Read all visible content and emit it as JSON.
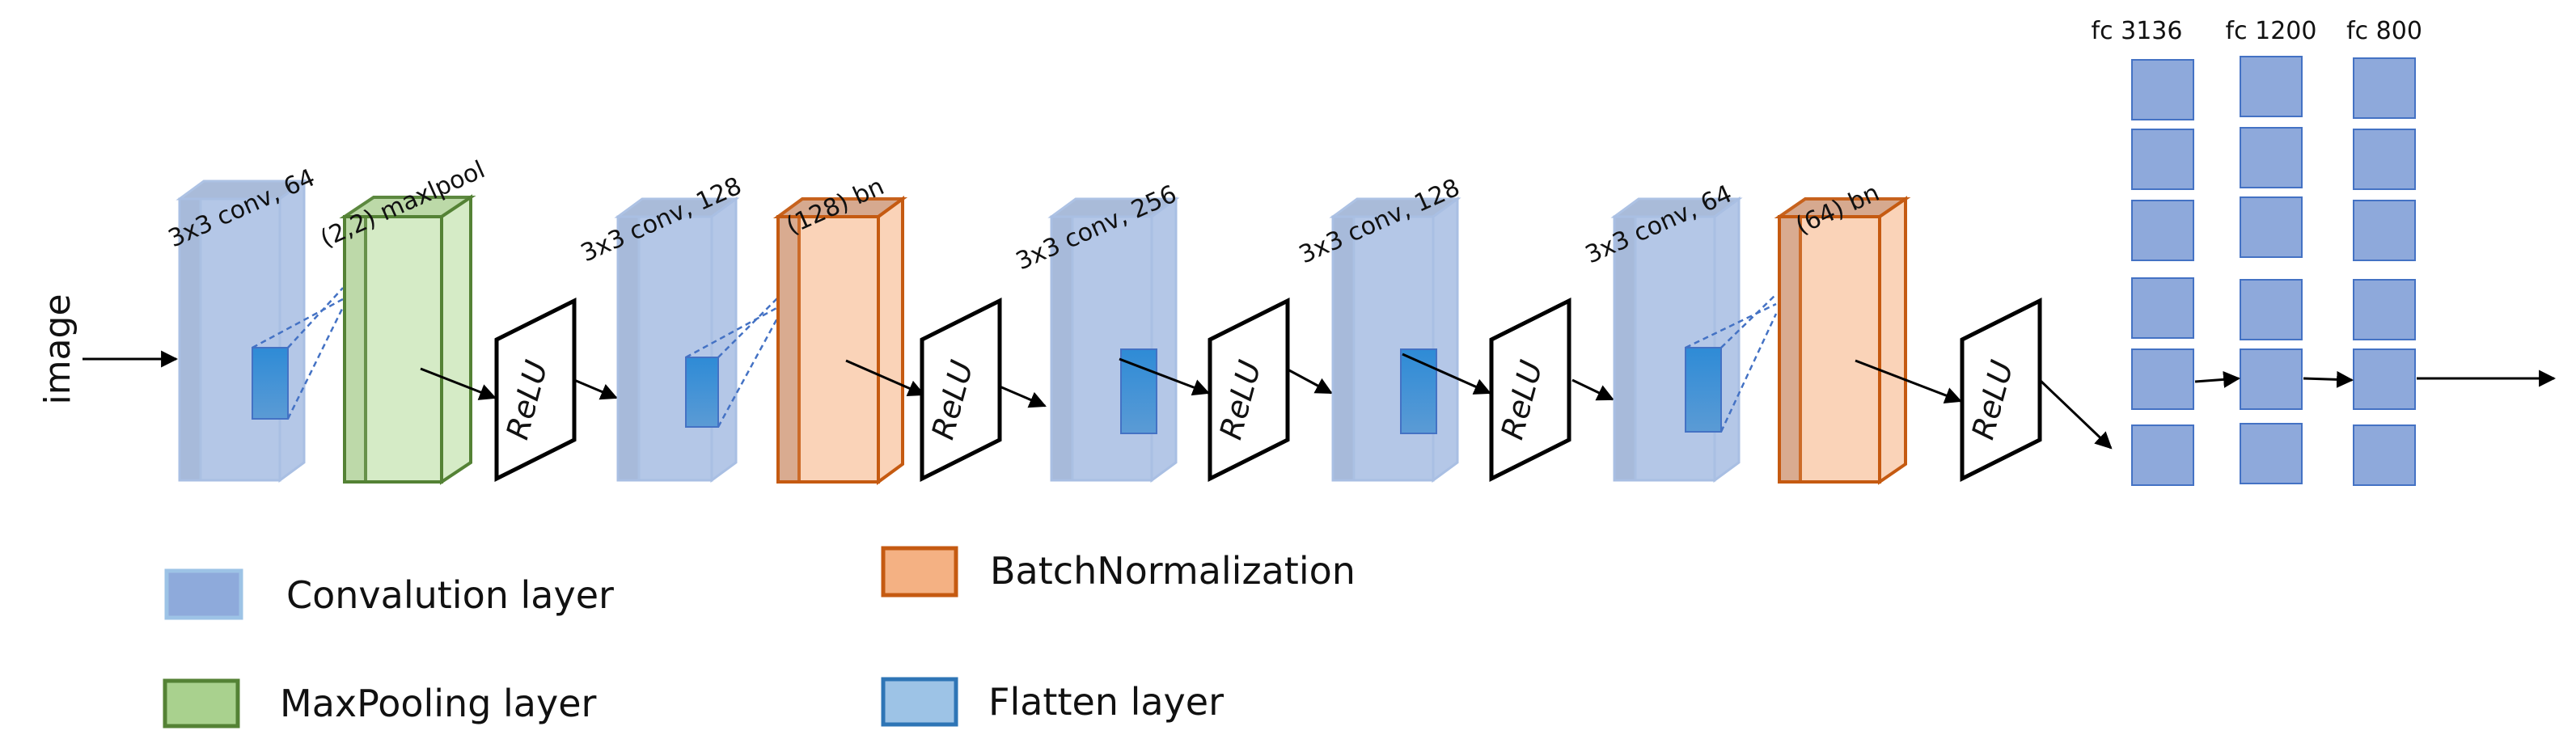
{
  "input_label": "image",
  "layer_labels": {
    "conv1": "3x3 conv, 64",
    "pool1": "(2,2) maxlpool",
    "conv2": "3x3 conv, 128",
    "bn1": "(128) bn",
    "conv3": "3x3 conv, 256",
    "conv4": "3x3 conv, 128",
    "conv5": "3x3 conv, 64",
    "bn2": "(64) bn"
  },
  "relu_label": "ReLU",
  "fc_labels": [
    "fc 3136",
    "fc 1200",
    "fc 800"
  ],
  "legend": [
    {
      "label": "Convalution layer",
      "color": "#8EAADB",
      "border": "#9DC3E6"
    },
    {
      "label": "BatchNormalization",
      "color": "#F4B183",
      "border": "#C55A11"
    },
    {
      "label": "MaxPooling layer",
      "color": "#A9D18E",
      "border": "#548235"
    },
    {
      "label": "Flatten layer",
      "color": "#9DC3E6",
      "border": "#2E75B6"
    }
  ],
  "colors": {
    "conv_front": "#B4C7E7",
    "conv_side": "#8EA3C6",
    "pool_front": "#D5EBC6",
    "pool_border": "#548235",
    "bn_front": "#FAD3B8",
    "bn_side": "#D9A88C",
    "bn_border": "#C55A11",
    "flatten": "#2E8BD6",
    "fc_node": "#8EA9DB",
    "fc_border": "#4472C4"
  }
}
